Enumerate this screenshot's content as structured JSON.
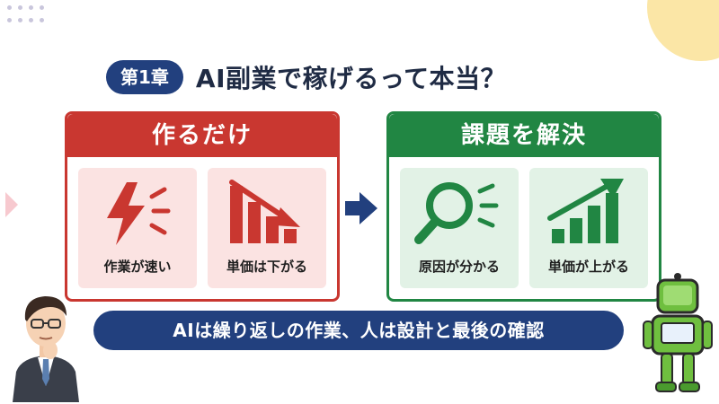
{
  "header": {
    "chapter_badge": "第1章",
    "title": "AI副業で稼げるって本当？"
  },
  "left_panel": {
    "heading": "作るだけ",
    "cards": [
      {
        "label": "作業が速い",
        "icon": "lightning-icon"
      },
      {
        "label": "単価は下がる",
        "icon": "declining-bar-chart-icon"
      }
    ]
  },
  "right_panel": {
    "heading": "課題を解決",
    "cards": [
      {
        "label": "原因が分かる",
        "icon": "magnifier-icon"
      },
      {
        "label": "単価が上がる",
        "icon": "rising-bar-chart-icon"
      }
    ]
  },
  "banner": {
    "text": "AIは繰り返しの作業、人は設計と最後の確認"
  },
  "colors": {
    "navy": "#22407e",
    "red": "#c93730",
    "green": "#218643"
  }
}
